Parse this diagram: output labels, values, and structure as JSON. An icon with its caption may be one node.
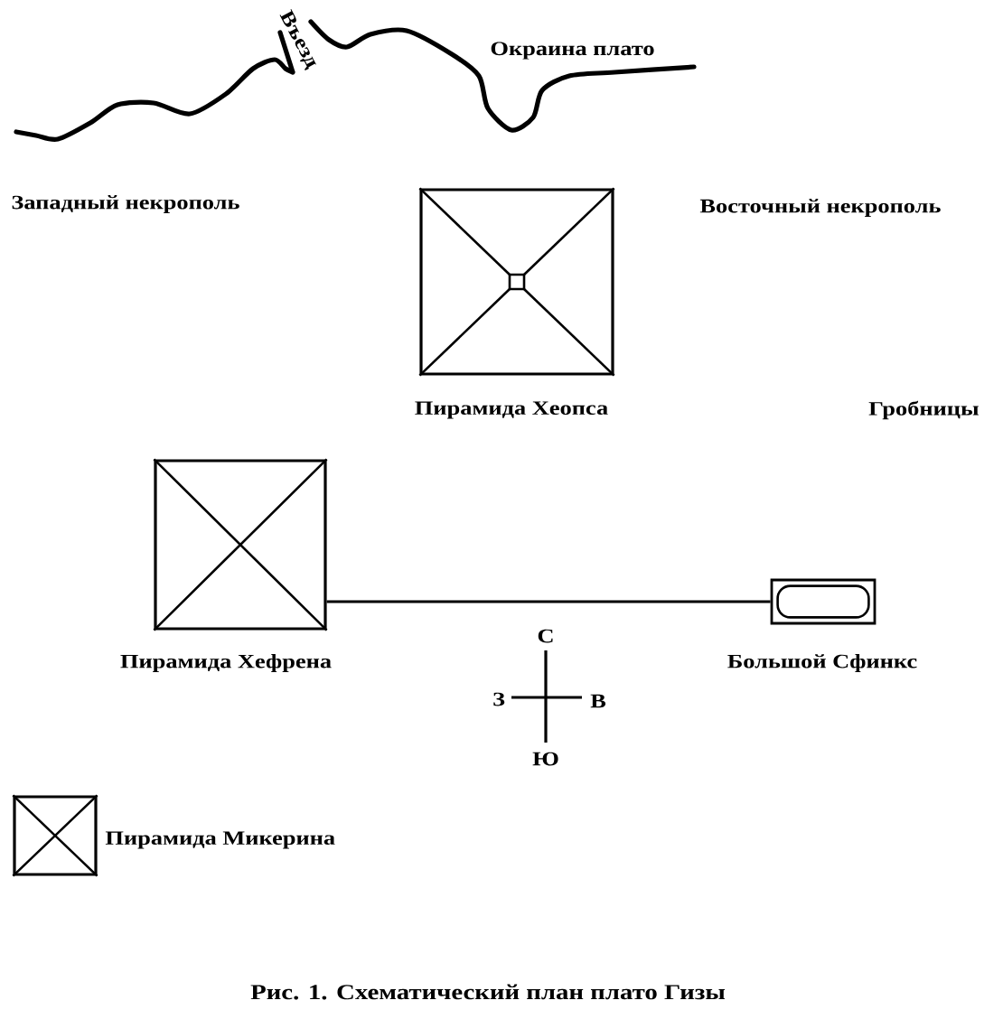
{
  "diagram": {
    "caption": "Рис. 1. Схематический план плато Гизы",
    "nodes": [
      {
        "text": [
          "Пирамида Хеопса"
        ]
      },
      {
        "text": [
          "Пирамида Хефрена"
        ]
      },
      {
        "text": [
          "Большой Сфинкс"
        ]
      },
      {
        "text": [
          "Пирамида Микерина"
        ]
      }
    ],
    "edges": [
      {
        "from": 1,
        "to": 2,
        "arrow": "none"
      }
    ],
    "labels": [
      "Въезд",
      "Окраина плато",
      "Западный некрополь",
      "Восточный некрополь",
      "Гробницы",
      "С",
      "З",
      "В",
      "Ю"
    ]
  }
}
